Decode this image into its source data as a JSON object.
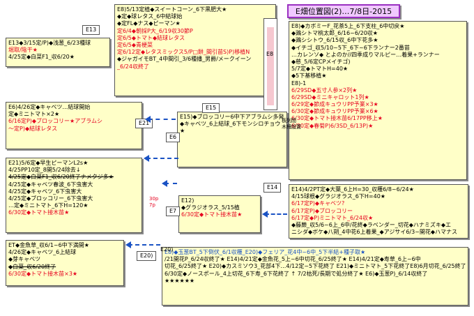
{
  "title": "E畑位置図(2)…7/8日-2015",
  "labels": {
    "e13": "E13",
    "e8": "E8",
    "e15": "E15",
    "e21": "E21",
    "e6": "E6",
    "e7": "E7",
    "e12": "E12)",
    "e14": "E14",
    "e20": "E20)",
    "e20b": "E20)",
    "hedge": "板列間\n木柵設置",
    "e7note": "30p\n7p"
  },
  "boxes": {
    "e8_main": [
      {
        "t": "E8)5/13定植◆スイートコーン_6下黒肥大★",
        "c": ""
      },
      {
        "t": "◆定◆球レタス_6中結球始",
        "c": ""
      },
      {
        "t": "◆定FL◆ナス◆ピーマン★",
        "c": ""
      },
      {
        "t": "定6/4◆朝採P大_6/19収30節P",
        "c": "red"
      },
      {
        "t": "定6/5◆トマト◆結球レタス",
        "c": "red"
      },
      {
        "t": "定6/5◆青梗菜",
        "c": "red"
      },
      {
        "t": "定6/12定◆レタスミックス5/P□餅_間引苗S)P)移植N",
        "c": "red"
      },
      {
        "t": "◆ジャガイモBT_4中間引_3/6種播_男爵/メークイーン",
        "c": ""
      },
      {
        "t": "_6/24収終了",
        "c": "red"
      }
    ],
    "e13": [
      {
        "t": "E13◆3/15定/P)◆浅葱_6/23種球",
        "c": ""
      },
      {
        "t": "堀取/陰干★",
        "c": "red"
      },
      {
        "t": "4/25定◆白菜F1_収6/20★",
        "c": ""
      }
    ],
    "e8_right": [
      {
        "t": "E8)◆カボミーF_花茶5上_6下支柱_6中切戻★",
        "c": ""
      },
      {
        "t": "◆鶏シトマ桃太郎_6/16~6/20収★",
        "c": ""
      },
      {
        "t": "◆鶏シシトウ_6/15収_6中下花多★",
        "c": ""
      },
      {
        "t": "◆イチゴ_収5/10~5下_6下~6下ランナー2番苗",
        "c": ""
      },
      {
        "t": "…カレンソ◆ とよのか//四季成りマルピー…着果+ランナー",
        "c": ""
      },
      {
        "t": "◆慈_5/6定CPメイチゴ)",
        "c": ""
      },
      {
        "t": "5/7定◆トマトH=40★",
        "c": ""
      },
      {
        "t": "◆5下基移植★",
        "c": ""
      },
      {
        "t": "E8)-1",
        "c": ""
      },
      {
        "t": "6/29SD◆五寸人参×2列★",
        "c": "red"
      },
      {
        "t": "6/29SD◆ミニキャロット1列★",
        "c": "red"
      },
      {
        "t": "6/29定◆節成キュウリPP予業×3★",
        "c": "red"
      },
      {
        "t": "6/30定◆節成キュウリPP予業×6★",
        "c": "red"
      },
      {
        "t": "6/30定◆トマト接木苗6/17PP移上★",
        "c": "red"
      },
      {
        "t": "6/30定◆春菊P)6/3SD_6/13P)★",
        "c": "red"
      }
    ],
    "e6": [
      {
        "t": "E6)4/26定◆キャベツ…結球開始",
        "c": ""
      },
      {
        "t": "定◆ミニトマト×2★",
        "c": ""
      },
      {
        "t": "6/16定P)◆ブロッコリー★アブラムシ",
        "c": "red"
      },
      {
        "t": "～定P)◆結球レタス",
        "c": "red"
      }
    ],
    "e15": [
      {
        "t": "E15)◆ブロッコリー6中下アブラムシ多発",
        "c": ""
      },
      {
        "t": "◆キャベツ_6上結球_6下モンシロチョウ",
        "c": ""
      },
      {
        "t": "★",
        "c": ""
      }
    ],
    "e21": [
      {
        "t": "E21)5/6定◆早生ピーマンL2s★",
        "c": ""
      },
      {
        "t": "4/25PP10定_8開5/24除去↓",
        "c": ""
      },
      {
        "t": "4/25定◆白菜F1_収6/20終了ナメクジ多★",
        "c": "strike"
      },
      {
        "t": "4/25定◆キャベツ春波_6下虫害大",
        "c": ""
      },
      {
        "t": "4/25定◆キャベツ_6下虫害大",
        "c": ""
      },
      {
        "t": "4/25定◆ブロッコリー_6下虫害大",
        "c": ""
      },
      {
        "t": "…定◆ミニトマト_6下H=120★",
        "c": ""
      },
      {
        "t": "6/30定◆トマト接木苗★",
        "c": "red"
      }
    ],
    "e12": [
      {
        "t": "E12)",
        "c": ""
      },
      {
        "t": "◆グラジオラス_5/15植",
        "c": ""
      },
      {
        "t": "6/30定◆トマト接木苗★",
        "c": "red"
      }
    ],
    "e14": [
      {
        "t": "E14)4/2PT定◆大葉_6上H=30_収穫6/8~6/24★",
        "c": ""
      },
      {
        "t": "4/15球根◆グラジオラス_6下H=40★",
        "c": ""
      },
      {
        "t": "6/17定P)◆キャベツ?",
        "c": "red"
      },
      {
        "t": "6/17定P)◆ブロッコリー",
        "c": "red"
      },
      {
        "t": "6/17定◆P)ミニトマト_6/24収★",
        "c": "red"
      },
      {
        "t": "◆藤蕨_収5/6~6上_6中/花終◆ラベンダー_切花◆ハナミズキ◆エ",
        "c": ""
      },
      {
        "t": "ニシダ◆ボケ◆八朔_4中花6上着果_◆アジサイ6/3~開花◆ハマナス",
        "c": ""
      }
    ],
    "et": [
      {
        "t": "ET◆金魚草_収6/1~6中下満開★",
        "c": ""
      },
      {
        "t": "4/26定◆キャベツ_6上結球",
        "c": ""
      },
      {
        "t": "◆芽キャベツ",
        "c": ""
      },
      {
        "t": "◆白菜_収6/20終了",
        "c": "strike"
      },
      {
        "t": "6/30定◆トマト接木苗×3★",
        "c": "red"
      }
    ],
    "bottom": [
      {
        "t": "E8)◆玉葱BT_5下倒伏_6/1収穫_E20)◆フェリア_花4中~6中_5下半結+種子取★",
        "c": "blue"
      },
      {
        "t": "/21開花P_6/24収終了★  E14)4/21定◆金魚花_5上~6中切花_6/25終了★ E14)4/21定◆寿草_6上~6中",
        "c": ""
      },
      {
        "t": "切花_6/25終了★ E20)◆カスミソウ3_花部4下…4/12定~5下花終了 E21)◆ミニトマト_5下花終了E8)6月切花_6/25終了",
        "c": ""
      },
      {
        "t": "6/30定◆ノースポール_4上切花_6下寿_6下花終了 ↑ 7/2枯死/長期で処分終了★ E6)◆玉葱P)_6/14収終了",
        "c": ""
      },
      {
        "t": "★★★★★★",
        "c": ""
      }
    ]
  }
}
